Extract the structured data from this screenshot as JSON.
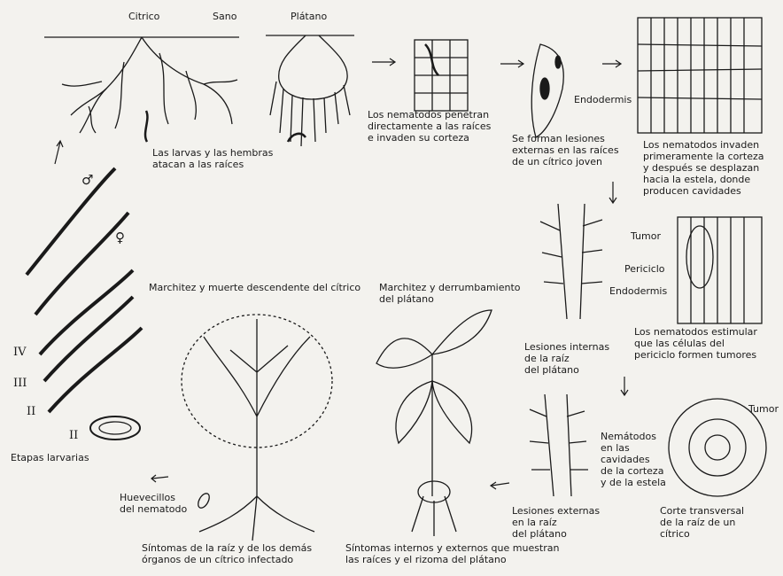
{
  "labels": {
    "citrico": "Citrico",
    "sano": "Sano",
    "platano": "Plátano",
    "larvas_atacan": "Las larvas y las hembras\natacan a las raíces",
    "penetran": "Los nematodos penetran\ndirectamente a las raíces\ne invaden su corteza",
    "lesiones_citrico": "Se forman lesiones\nexternas en las raíces\nde un cítrico joven",
    "endodermis_top": "Endodermis",
    "invaden_corteza": "Los nematodos invaden\nprimeramente la corteza\ny después se desplazan\nhacia la estela, donde\nproducen cavidades",
    "tumor_top": "Tumor",
    "periciclo": "Periciclo",
    "endodermis_mid": "Endodermis",
    "estimulan": "Los nematodos estimular\nque las células del\npericiclo formen tumores",
    "marchitez_citrico": "Marchitez y muerte descendente del cítrico",
    "marchitez_platano": "Marchitez y derrumbamiento\ndel plátano",
    "lesiones_internas": "Lesiones internas\nde la raíz\ndel plátano",
    "nematodos_cavidades": "Nemátodos\nen las\ncavidades\nde la corteza\ny de la estela",
    "tumor_bottom": "Tumor",
    "lesiones_externas_platano": "Lesiones externas\nen la raíz\ndel plátano",
    "corte_transversal": "Corte transversal\nde la raíz de un\ncítrico",
    "huevecillos": "Huevecillos\ndel nematodo",
    "etapas": "Etapas larvarias",
    "sintomas_citrico": "Síntomas de la raíz y de los demás\nórganos de un cítrico infectado",
    "sintomas_platano": "Síntomas internos y externos que muestran\nlas raíces y el rizoma del plátano",
    "male_symbol": "♂",
    "female_symbol": "♀",
    "stage_iv": "IV",
    "stage_iii": "III",
    "stage_ii_a": "II",
    "stage_ii_b": "II"
  },
  "colors": {
    "ink": "#1a1a1a",
    "paper": "#f3f2ee"
  }
}
